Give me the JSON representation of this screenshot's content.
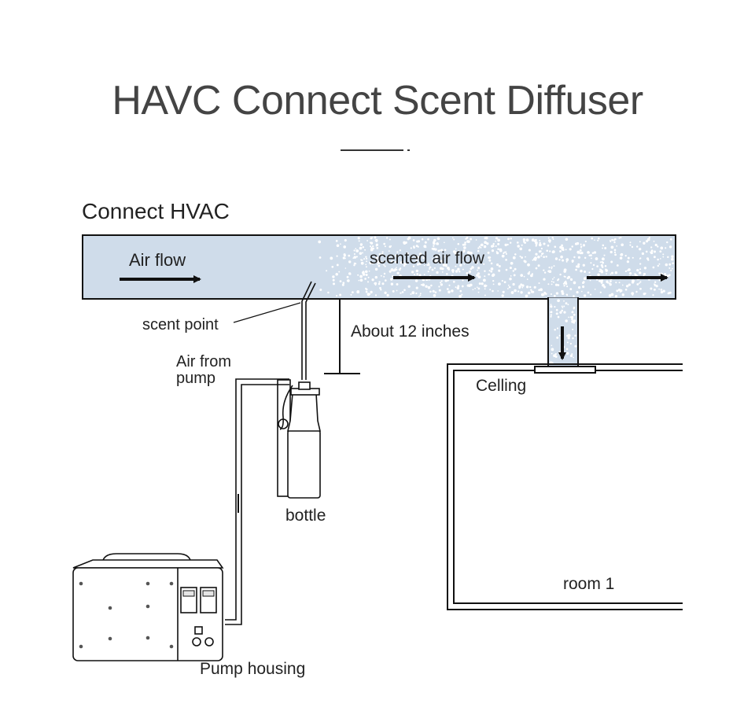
{
  "header": {
    "title": "HAVC Connect Scent Diffuser"
  },
  "diagram": {
    "section_label": "Connect HVAC",
    "labels": {
      "air_flow": "Air flow",
      "scented_air_flow": "scented air flow",
      "scent_point": "scent point",
      "about_12_inches": "About 12 inches",
      "air_from_pump_line1": "Air from",
      "air_from_pump_line2": "pump",
      "celling": "Celling",
      "bottle": "bottle",
      "room_1": "room 1",
      "pump_housing": "Pump housing"
    },
    "colors": {
      "duct_fill": "#cfdcea",
      "outline": "#111111",
      "heading": "#444444",
      "scent_particles": "#ffffff"
    }
  }
}
